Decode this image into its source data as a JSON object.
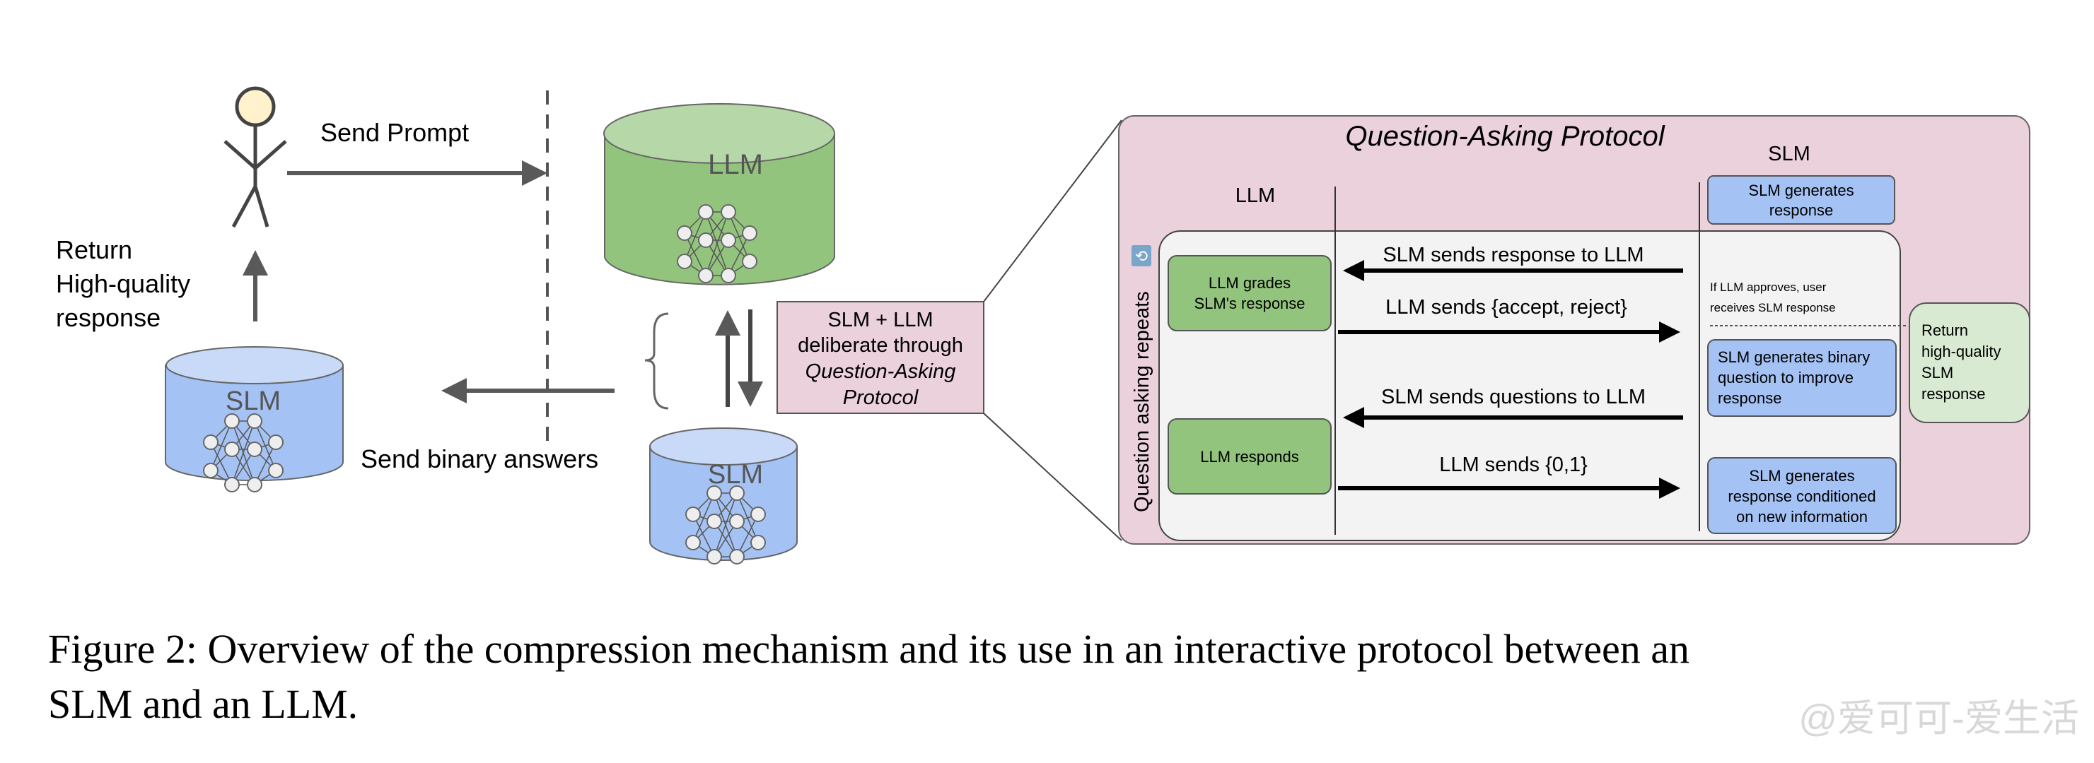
{
  "overview": {
    "send_prompt": "Send Prompt",
    "return_lines": [
      "Return",
      "High-quality",
      "response"
    ],
    "slm_left_label": "SLM",
    "llm_label": "LLM",
    "slm_bottom_label": "SLM",
    "send_binary": "Send binary answers",
    "deliberate_lines": [
      "SLM + LLM",
      "deliberate through",
      "Question-Asking",
      "Protocol"
    ]
  },
  "protocol": {
    "title": "Question-Asking Protocol",
    "slm_header": "SLM",
    "llm_header": "LLM",
    "repeat_label": "Question asking repeats",
    "repeat_icon": "repeat-icon",
    "slm_generates_response": [
      "SLM generates",
      "response"
    ],
    "llm_grades": [
      "LLM grades",
      "SLM's response"
    ],
    "llm_responds": "LLM responds",
    "arrow_response": "SLM sends response to LLM",
    "arrow_accept": "LLM sends {accept, reject}",
    "arrow_questions": "SLM sends questions to LLM",
    "arrow_binary": "LLM sends {0,1}",
    "approve_note": [
      "If LLM approves, user",
      "receives SLM response"
    ],
    "slm_binary_question": [
      "SLM generates binary",
      "question to improve",
      "response"
    ],
    "slm_conditioned": [
      "SLM generates",
      "response conditioned",
      "on new information"
    ],
    "return_box": [
      "Return",
      "high-quality",
      "SLM",
      "response"
    ]
  },
  "caption": {
    "lines": [
      "Figure 2: Overview of the compression mechanism and its use in an interactive protocol between an",
      "SLM and an LLM."
    ]
  },
  "watermark": "@爱可可-爱生活",
  "colors": {
    "llm_green": "#93c47d",
    "llm_green_top": "#b6d7a8",
    "slm_blue": "#a4c2f4",
    "slm_blue_top": "#c9daf8",
    "protocol_pink": "#ead1dc",
    "inner_grey": "#f3f3f3",
    "return_green": "#d9ead3",
    "head_yellow": "#fff2cc"
  }
}
